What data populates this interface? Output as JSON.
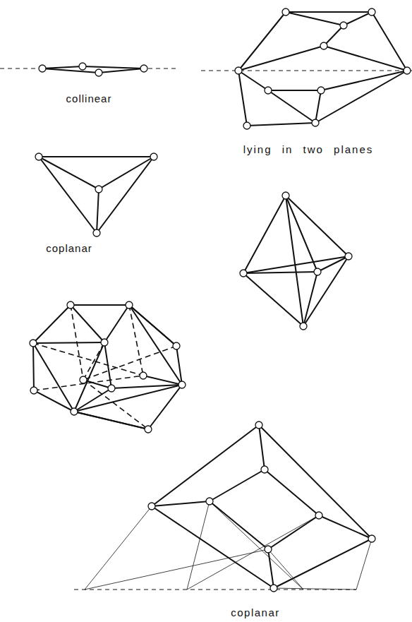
{
  "diagram": {
    "labels": [
      "collinear",
      "lying in two planes",
      "coplanar",
      "coplanar"
    ]
  }
}
